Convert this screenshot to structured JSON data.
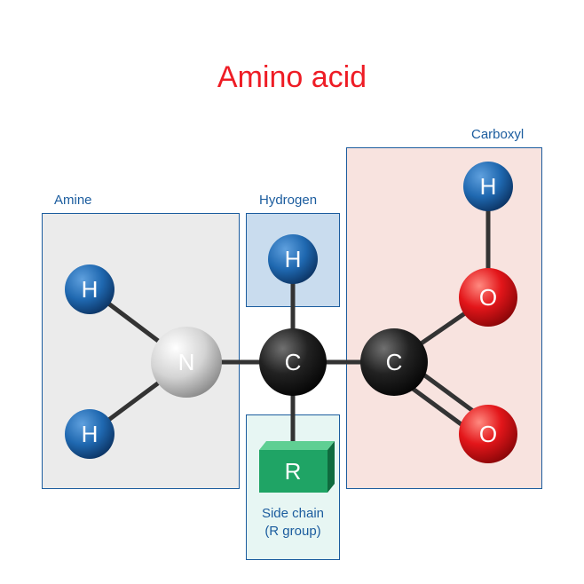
{
  "title": "Amino acid",
  "colors": {
    "title": "#ee1c25",
    "label": "#1b5c9e",
    "amine_fill": "#ebebeb",
    "amine_border": "#1b5c9e",
    "hydrogen_fill": "#c9dcee",
    "carboxyl_fill": "#f8e3df",
    "sidechain_fill": "#e7f6f3",
    "hydrogen_atom": "#1f68b0",
    "nitrogen_atom": "#dcdcdc",
    "carbon_atom": "#1c1c1c",
    "oxygen_atom": "#e3161a",
    "r_group": "#1fa465"
  },
  "groups": {
    "amine": "Amine",
    "hydrogen": "Hydrogen",
    "carboxyl": "Carboxyl",
    "side_chain": [
      "Side chain",
      "(R group)"
    ]
  },
  "atoms": {
    "h_amine_top": "H",
    "h_amine_bottom": "H",
    "nitrogen": "N",
    "h_alpha": "H",
    "c_alpha": "C",
    "c_carboxyl": "C",
    "h_hydroxyl": "H",
    "o_hydroxyl": "O",
    "o_double": "O",
    "r_group": "R"
  }
}
